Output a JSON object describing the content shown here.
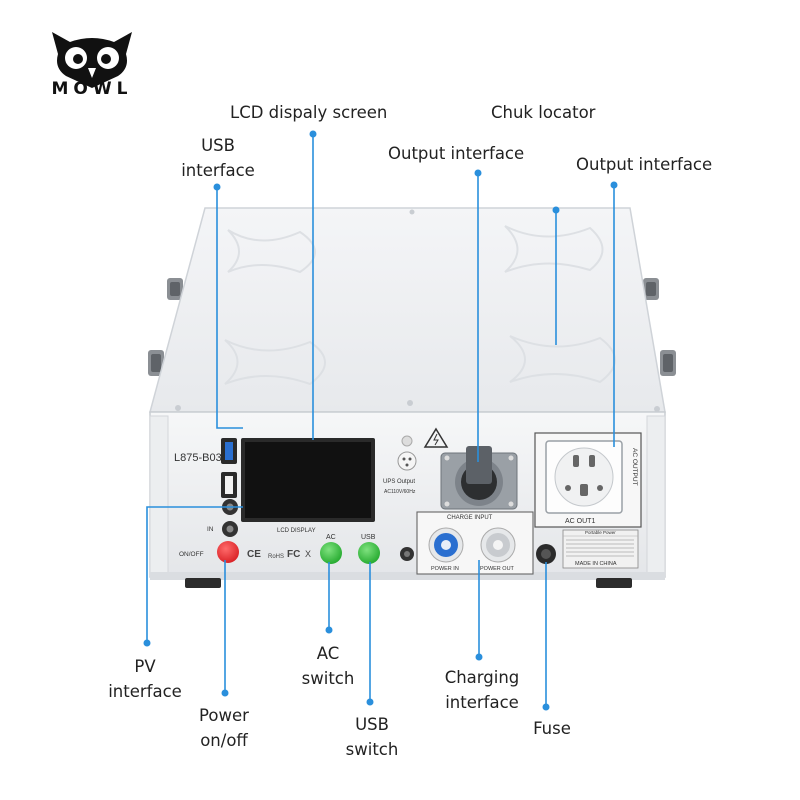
{
  "brand": {
    "name": "MOWL",
    "logo_icon": "owl-head-icon"
  },
  "device": {
    "model": "L875-B03",
    "lcd_caption": "LCD DISPLAY",
    "ups_label": "UPS Output",
    "ups_voltage": "AC110V/60Hz",
    "onoff_label": "ON/OFF",
    "in_label": "IN",
    "ac_button_label": "AC",
    "usb_button_label": "USB",
    "charge_panel_label": "CHARGE INPUT",
    "power_in_label": "POWER IN",
    "power_out_label": "POWER OUT",
    "ac_output_label": "AC OUTPUT",
    "ac_out1_label": "AC OUT1",
    "spec_title": "Portable Power",
    "made_in": "MADE IN CHINA",
    "cert_marks": [
      "CE",
      "RoHS",
      "FC",
      "X"
    ]
  },
  "callouts": {
    "lcd": "LCD dispaly screen",
    "usb_line1": "USB",
    "usb_line2": "interface",
    "chuk": "Chuk locator",
    "output1": "Output interface",
    "output2": "Output interface",
    "pv_line1": "PV",
    "pv_line2": "interface",
    "power_line1": "Power",
    "power_line2": "on/off",
    "ac_line1": "AC",
    "ac_line2": "switch",
    "usbsw_line1": "USB",
    "usbsw_line2": "switch",
    "charging_line1": "Charging",
    "charging_line2": "interface",
    "fuse": "Fuse"
  },
  "colors": {
    "callout_line": "#2a8fdc",
    "power_button": "#e8242a",
    "switch_button": "#2fc13a",
    "connector_blue": "#2a6fd0",
    "lcd_screen": "#111111"
  }
}
